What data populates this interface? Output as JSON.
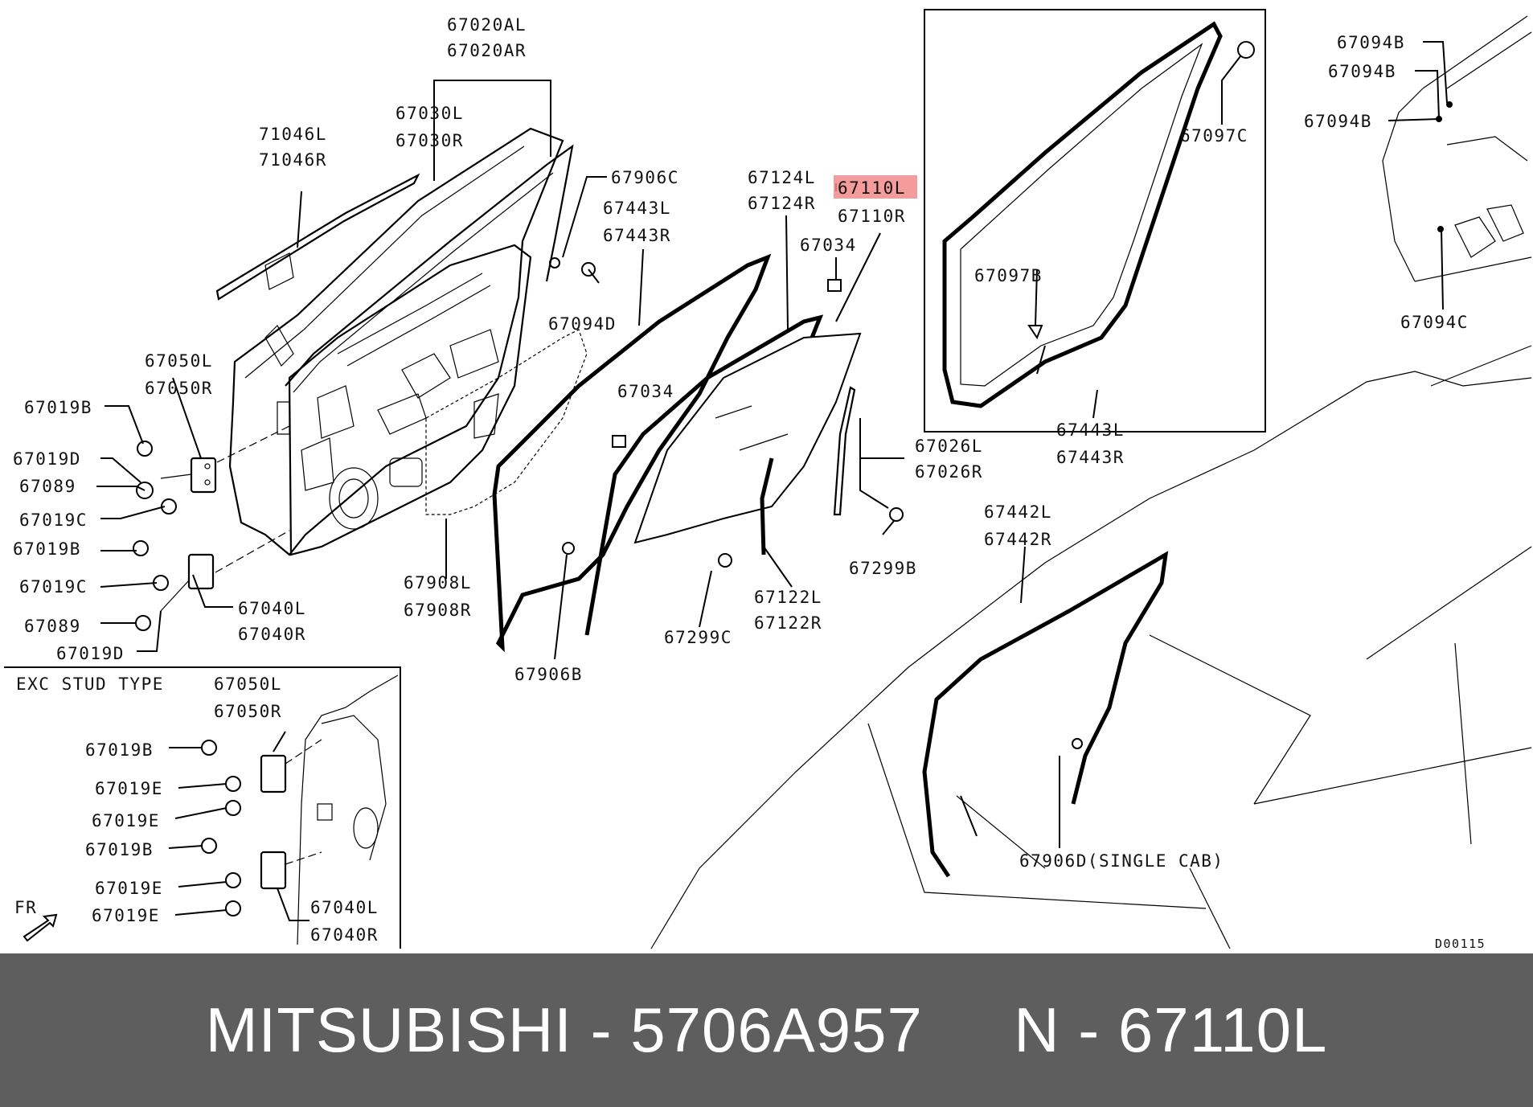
{
  "labels": {
    "p67020AL": "67020AL",
    "p67020AR": "67020AR",
    "p67030L": "67030L",
    "p67030R": "67030R",
    "p71046L": "71046L",
    "p71046R": "71046R",
    "p67906C": "67906C",
    "p67443L_a": "67443L",
    "p67443R_a": "67443R",
    "p67124L": "67124L",
    "p67124R": "67124R",
    "p67110L": "67110L",
    "p67110R": "67110R",
    "p67034_a": "67034",
    "p67034_b": "67034",
    "p67094D": "67094D",
    "p67050L": "67050L",
    "p67050R": "67050R",
    "p67019B_1": "67019B",
    "p67019D_1": "67019D",
    "p67089_1": "67089",
    "p67019C_1": "67019C",
    "p67019B_2": "67019B",
    "p67019C_2": "67019C",
    "p67089_2": "67089",
    "p67019D_2": "67019D",
    "p67040L": "67040L",
    "p67040R": "67040R",
    "p67908L": "67908L",
    "p67908R": "67908R",
    "p67906B": "67906B",
    "p67299C": "67299C",
    "p67122L": "67122L",
    "p67122R": "67122R",
    "p67026L": "67026L",
    "p67026R": "67026R",
    "p67299B": "67299B",
    "p67097C": "67097C",
    "p67097B": "67097B",
    "p67443L_b": "67443L",
    "p67443R_b": "67443R",
    "p67094B_1": "67094B",
    "p67094B_2": "67094B",
    "p67094B_3": "67094B",
    "p67094C": "67094C",
    "p67442L": "67442L",
    "p67442R": "67442R",
    "p67906D": "67906D(SINGLE CAB)",
    "exc_title": "EXC STUD TYPE",
    "x67050L": "67050L",
    "x67050R": "67050R",
    "x67019B_1": "67019B",
    "x67019E_1": "67019E",
    "x67019E_2": "67019E",
    "x67019B_2": "67019B",
    "x67019E_3": "67019E",
    "x67019E_4": "67019E",
    "x67040L": "67040L",
    "x67040R": "67040R",
    "fr": "FR",
    "code": "D00115"
  },
  "highlight": {
    "part": "67110L",
    "color": "#f28b8b"
  },
  "footer": {
    "text": "MITSUBISHI - 5706A957     N - 67110L"
  }
}
